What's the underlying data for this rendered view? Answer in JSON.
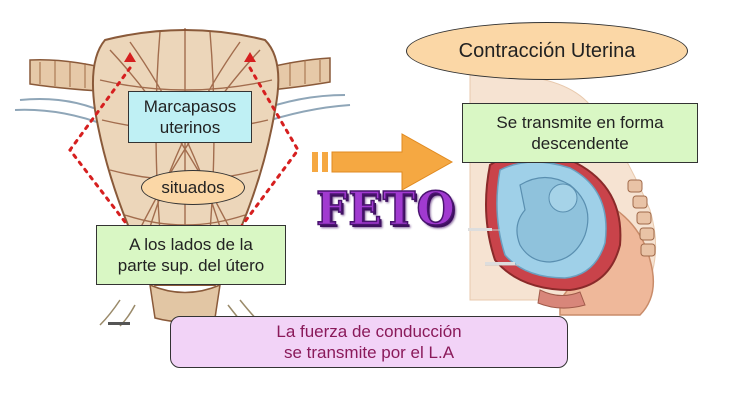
{
  "labels": {
    "marcapasos": "Marcapasos\nuterinos",
    "situados": "situados",
    "lados": "A los lados de la\nparte sup. del útero",
    "contraccion": "Contracción Uterina",
    "transmite": "Se transmite en forma\ndescendente",
    "feto": "FETO",
    "fuerza": "La fuerza de conducción\nse transmite por el L.A"
  },
  "colors": {
    "cyan_box": "#bff0f4",
    "green_box": "#d9f7c4",
    "orange_oval": "#fbd7a6",
    "lavender_box": "#f2d3f7",
    "arrow": "#f5a842",
    "feto_text": "#a13ad0",
    "pacemaker_dots": "#d61f1f"
  }
}
